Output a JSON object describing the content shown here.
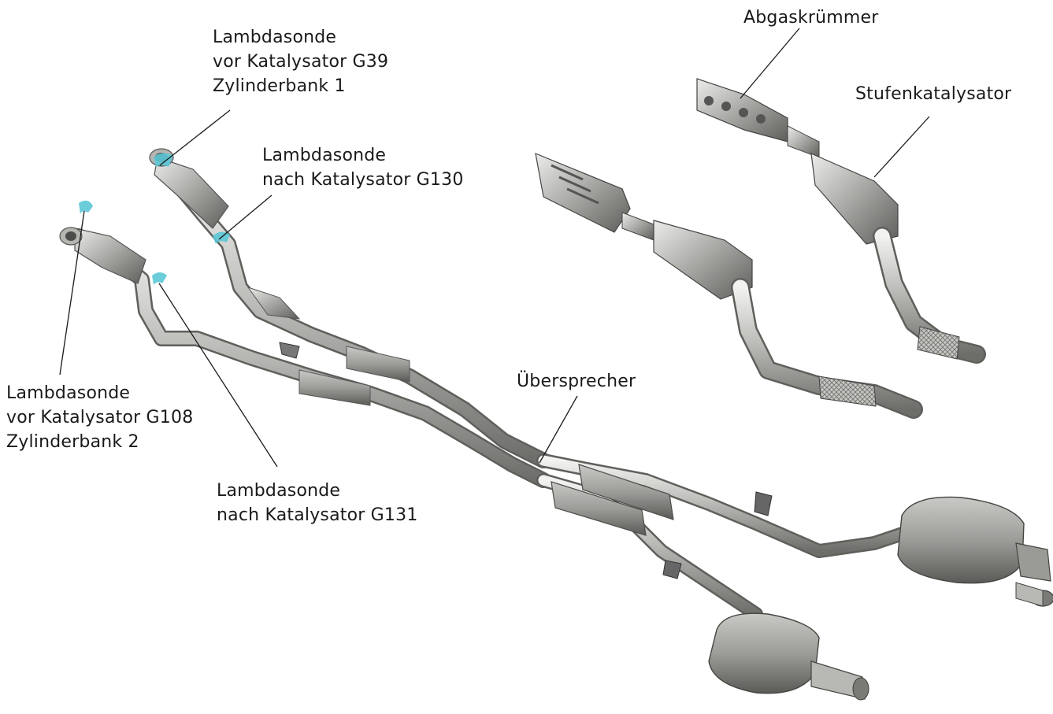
{
  "labels": {
    "g39": {
      "line1": "Lambdasonde",
      "line2": "vor Katalysator G39",
      "line3": "Zylinderbank 1"
    },
    "g130": {
      "line1": "Lambdasonde",
      "line2": "nach Katalysator G130"
    },
    "g108": {
      "line1": "Lambdasonde",
      "line2": "vor Katalysator G108",
      "line3": "Zylinderbank 2"
    },
    "g131": {
      "line1": "Lambdasonde",
      "line2": "nach Katalysator G131"
    },
    "abgaskruemmer": "Abgaskrümmer",
    "stufenkatalysator": "Stufenkatalysator",
    "uebersprecher": "Übersprecher"
  },
  "colors": {
    "metal_light": "#d8d8d6",
    "metal_mid": "#a9a9a6",
    "metal_dark": "#6e6e6b",
    "sensor_highlight": "#5bc6d6",
    "leader_line": "#1a1a1a"
  }
}
